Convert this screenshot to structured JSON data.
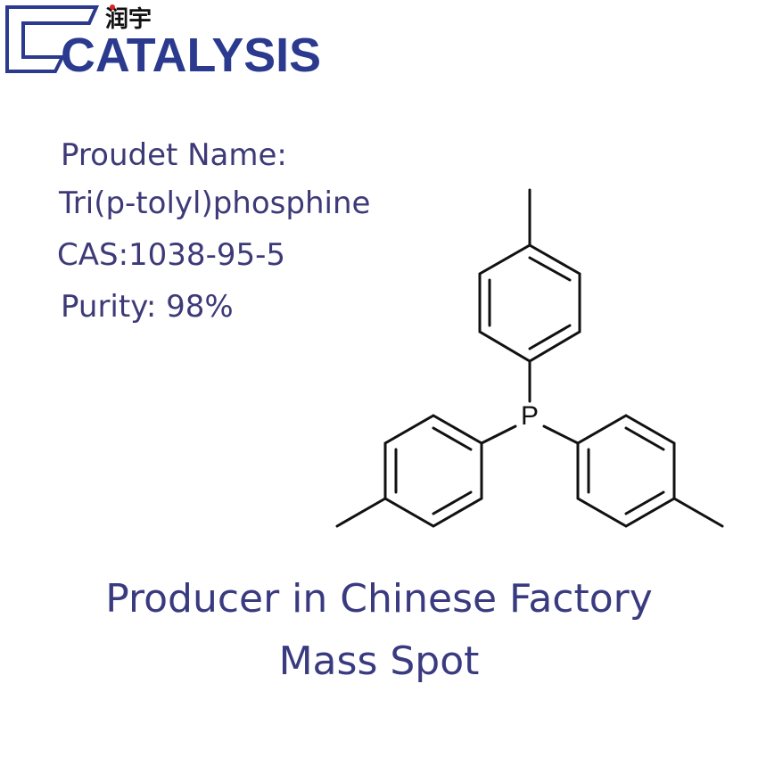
{
  "logo": {
    "brand": "CATALYSIS",
    "chinese": "润宇",
    "color": "#2b3a8e"
  },
  "product": {
    "name_label": "Proudet Name:",
    "name": "Tri(p-tolyl)phosphine",
    "cas": "CAS:1038-95-5",
    "purity": "Purity: 98%"
  },
  "structure": {
    "atom_label": "P"
  },
  "tagline": {
    "line1": "Producer in Chinese Factory",
    "line2": "Mass Spot"
  }
}
